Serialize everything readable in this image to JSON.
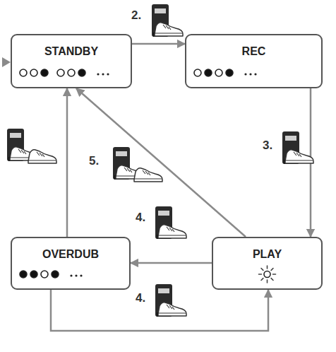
{
  "diagram": {
    "nodes": [
      {
        "text": [
          "STANDBY"
        ]
      },
      {
        "text": [
          "REC"
        ]
      },
      {
        "text": [
          "OVERDUB"
        ]
      },
      {
        "text": [
          "PLAY"
        ]
      }
    ],
    "edges": [
      {
        "from": 0,
        "to": 1,
        "arrow": "to",
        "label": "2."
      },
      {
        "from": 1,
        "to": 3,
        "arrow": "to",
        "label": "3."
      },
      {
        "from": 3,
        "to": 2,
        "arrow": "to",
        "label": "4."
      },
      {
        "from": 2,
        "to": 3,
        "arrow": "to",
        "label": "4."
      },
      {
        "from": 3,
        "to": 0,
        "arrow": "to",
        "label": "5."
      },
      {
        "from": 2,
        "to": 0,
        "arrow": "to"
      }
    ]
  }
}
